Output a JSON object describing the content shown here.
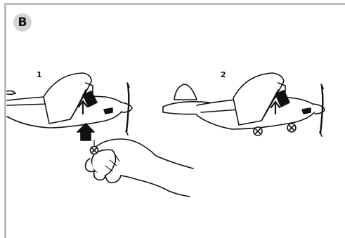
{
  "badge": {
    "letter": "B",
    "color": "#d4d4d4"
  },
  "steps": [
    {
      "label": "1"
    },
    {
      "label": "2"
    }
  ],
  "colors": {
    "frame": "#bdbdbd",
    "ink": "#111111"
  },
  "icons": [
    "airplane",
    "hand",
    "wheel",
    "arrow-up"
  ]
}
